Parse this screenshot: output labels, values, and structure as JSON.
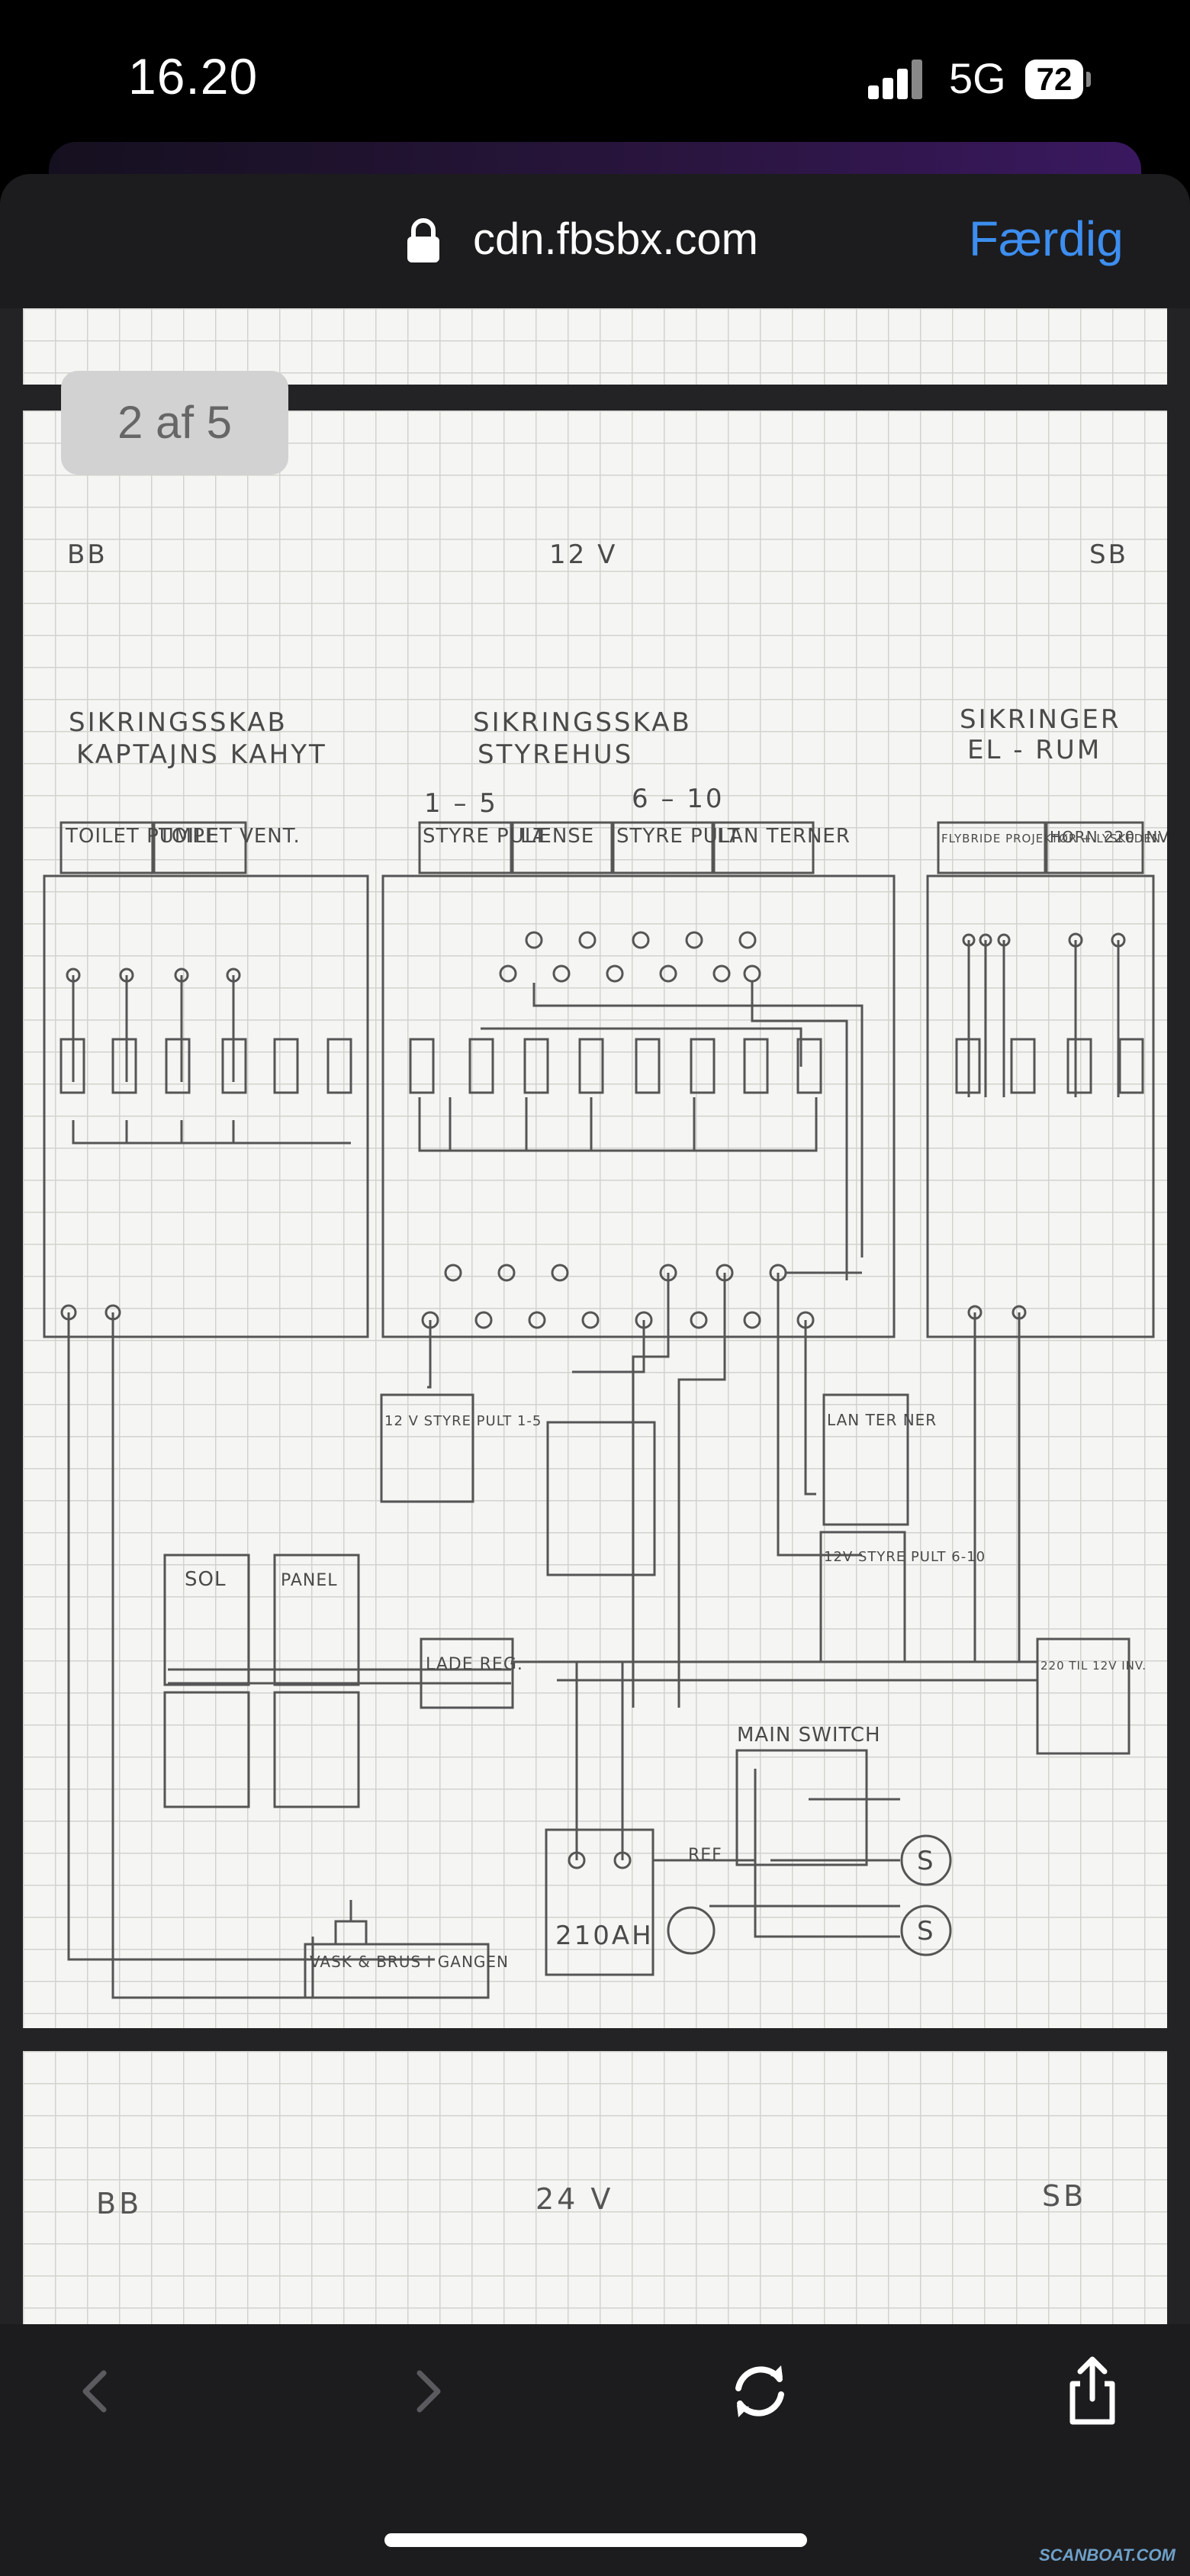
{
  "status_bar": {
    "time": "16.20",
    "network": "5G",
    "battery": "72"
  },
  "browser": {
    "url": "cdn.fbsbx.com",
    "done_label": "Færdig"
  },
  "viewer": {
    "page_counter": "2 af 5"
  },
  "drawing_12v": {
    "left_corner": "BB",
    "center_title": "12 V",
    "right_corner": "SB",
    "panel_left_title_1": "SIKRINGSSKAB",
    "panel_left_title_2": "KAPTAJNS KAHYT",
    "panel_center_title_1": "SIKRINGSSKAB",
    "panel_center_title_2": "STYREHUS",
    "panel_right_title_1": "SIKRINGER",
    "panel_right_title_2": "EL - RUM",
    "left_labels": [
      "TOILET PUMPE",
      "TOILET VENT."
    ],
    "center_ranges": [
      "1 – 5",
      "6 – 10"
    ],
    "center_labels": [
      "STYRE PULT",
      "LÆNSE",
      "STYRE PULT",
      "LAN TERNER"
    ],
    "right_labels": [
      "FLYBRIDE PROJEKTØR + LYSKEDEN",
      "HORN 220 INV."
    ],
    "box_12v_styrepult_1_5": "12 V STYRE PULT 1-5",
    "box_lanterner": "LAN TER NER",
    "box_12v_styrepult_6_10": "12V STYRE PULT 6-10",
    "box_sol": "SOL",
    "box_panel": "PANEL",
    "box_lade_reg": "LADE REG.",
    "box_inverter": "220 TIL 12V INV.",
    "main_switch": "MAIN SWITCH",
    "battery_label": "210AH",
    "ref_label": "REF",
    "vask_label": "VASK & BRUS I GANGEN",
    "switch_s": "S"
  },
  "drawing_24v": {
    "left_corner": "BB",
    "center_title": "24 V",
    "right_corner": "SB"
  },
  "toolbar": {
    "back": "chevron-left-icon",
    "forward": "chevron-right-icon",
    "reload": "reload-icon",
    "share": "share-icon"
  },
  "watermark": "SCANBOAT.COM",
  "colors": {
    "accent": "#3d8ef0",
    "sheet": "#1c1c1e",
    "pencil": "#4a4a4a"
  }
}
